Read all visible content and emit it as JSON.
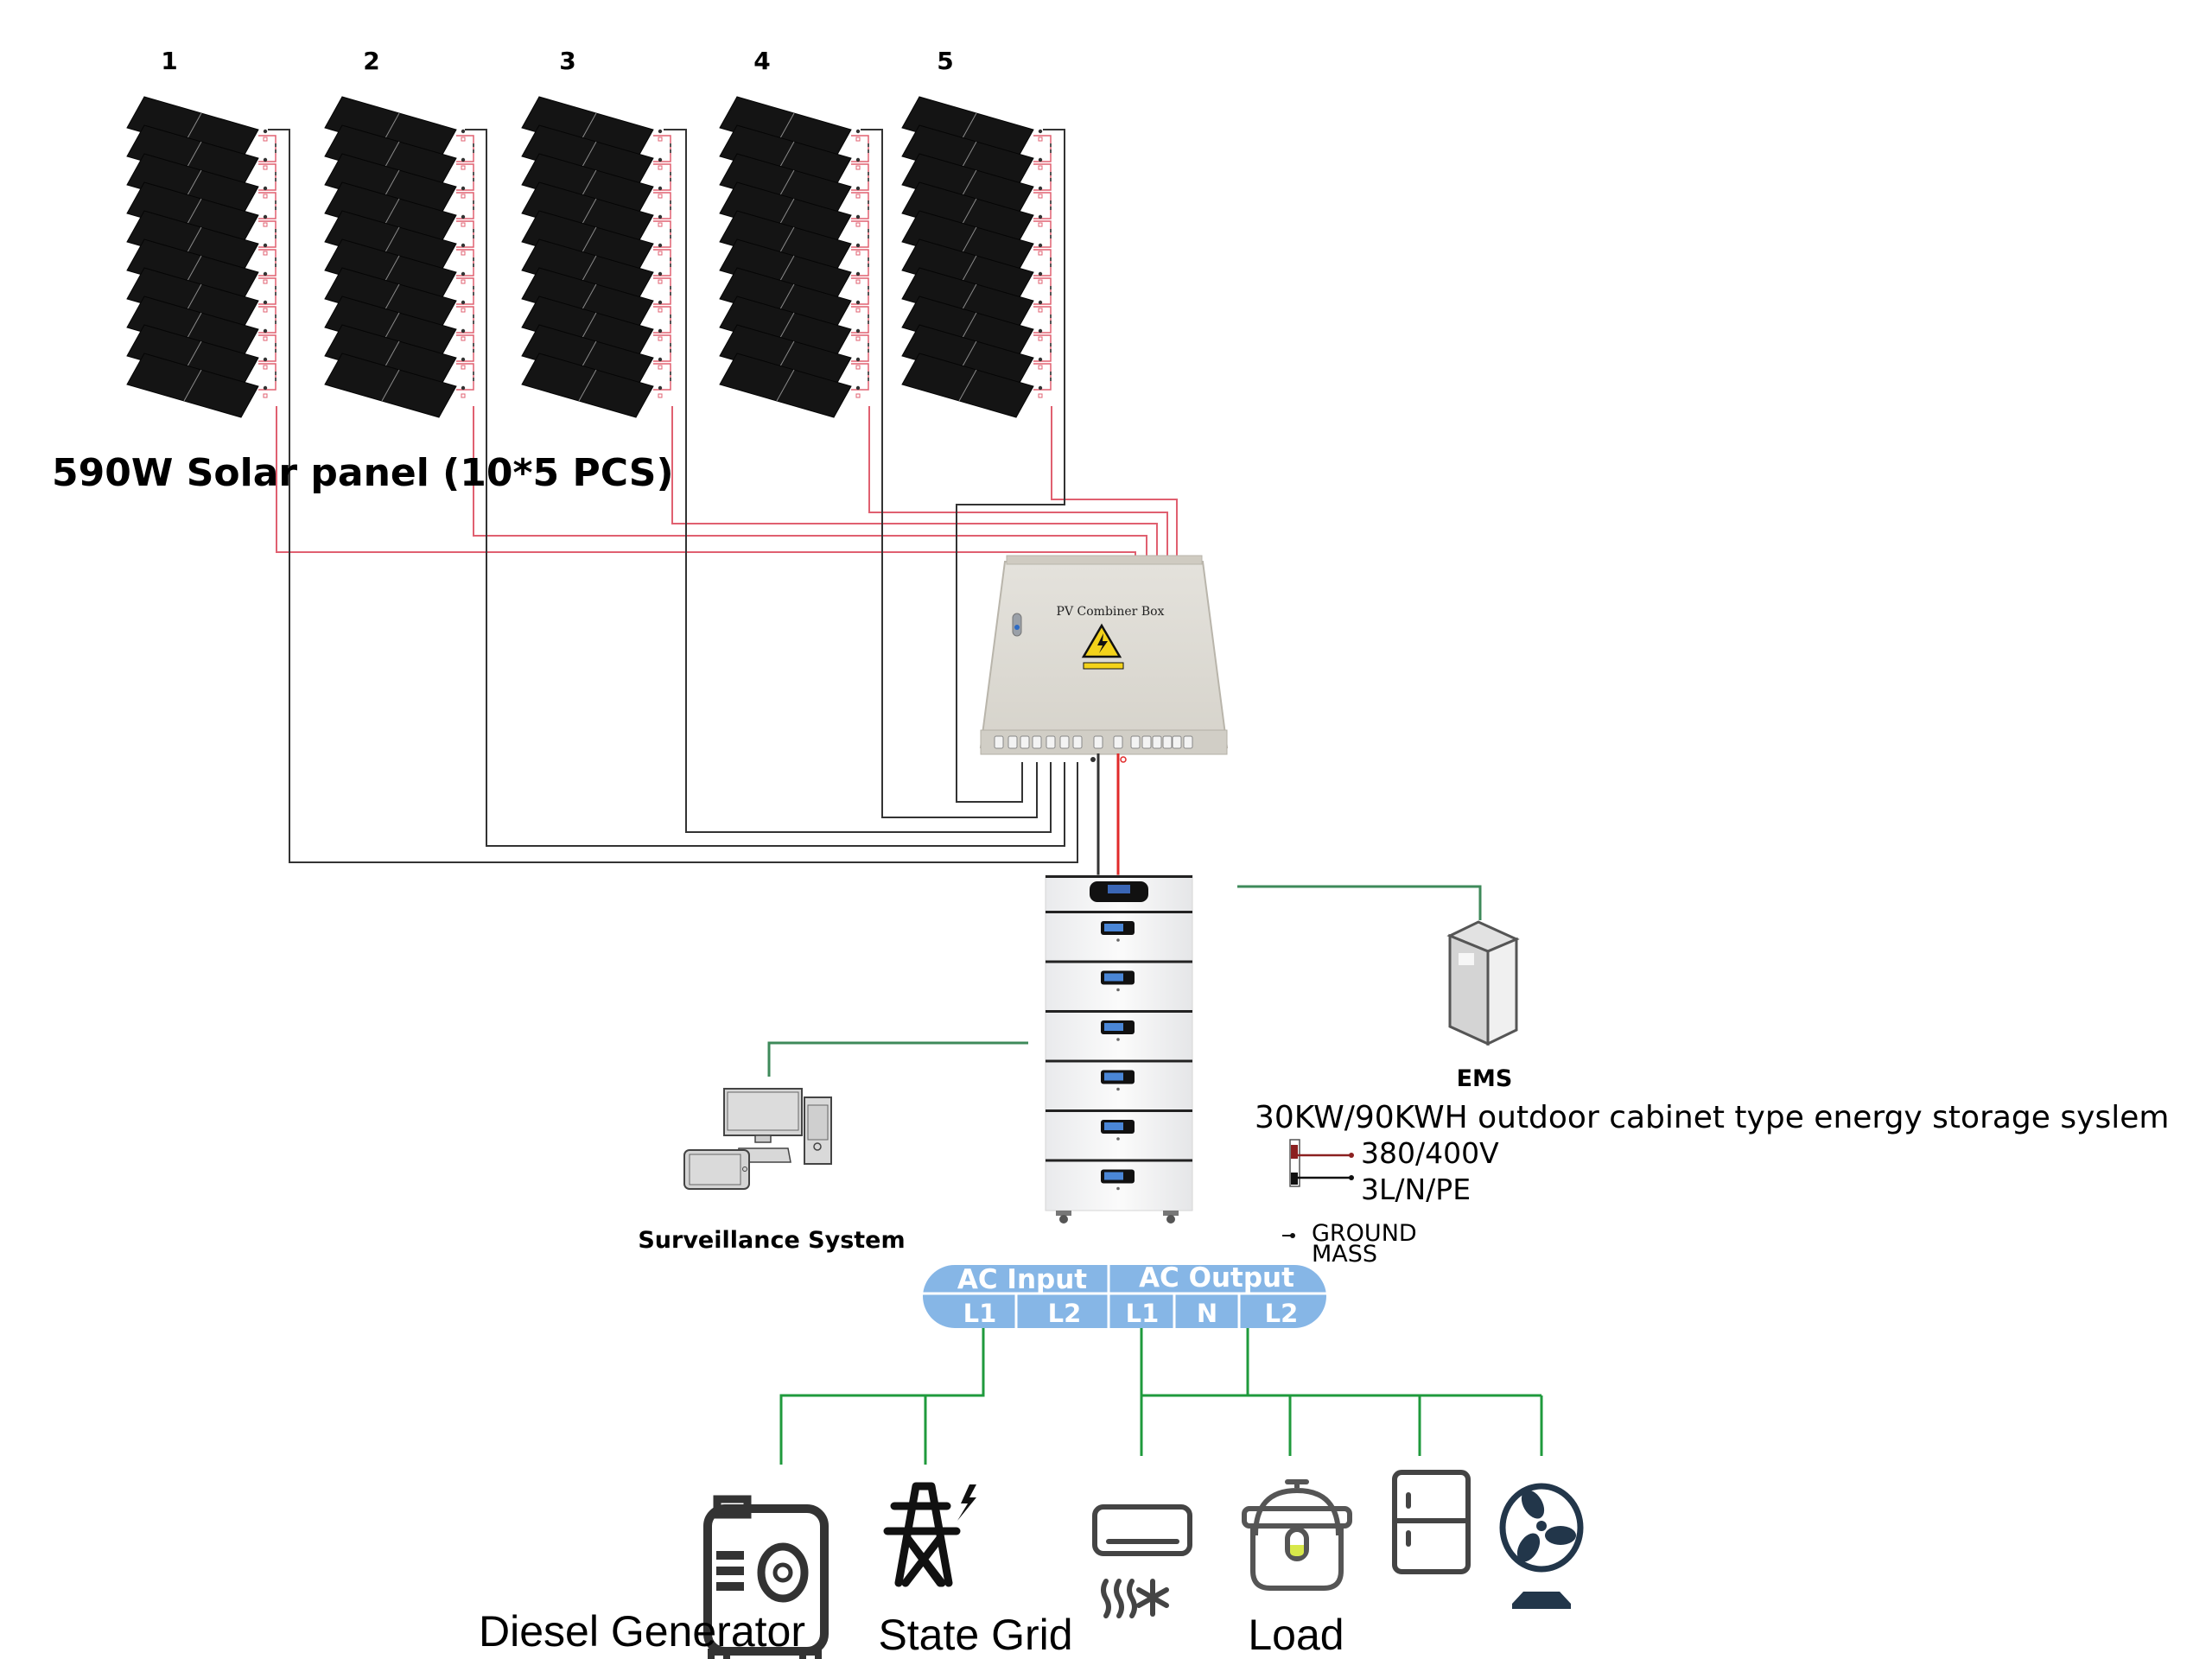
{
  "solar_array": {
    "string_labels": [
      "1",
      "2",
      "3",
      "4",
      "5"
    ],
    "panels_per_string": 10,
    "title": "590W Solar panel   (10*5 PCS)"
  },
  "combiner_box": {
    "label": "PV Combiner Box",
    "warning_label": "Danger High Voltage"
  },
  "ems": {
    "label": "EMS"
  },
  "surveillance": {
    "label": "Surveillance System"
  },
  "storage_system": {
    "title": "30KW/90KWH outdoor cabinet type energy storage syslem",
    "battery_modules": 6,
    "legend": {
      "voltage": "380/400V",
      "phases": "3L/N/PE",
      "ground_line1": "GROUND",
      "ground_line2": "MASS"
    }
  },
  "ac_panel": {
    "input_label": "AC Input",
    "output_label": "AC Output",
    "input_terminals": [
      "L1",
      "L2"
    ],
    "output_terminals": [
      "L1",
      "N",
      "L2"
    ],
    "color": "#86b6e6"
  },
  "sources": {
    "diesel_generator": "Diesel Generator",
    "state_grid": "State Grid"
  },
  "loads": {
    "label": "Load",
    "items": [
      "air-conditioner",
      "rice-cooker",
      "refrigerator",
      "fan"
    ]
  },
  "colors": {
    "dc_positive": "#e06070",
    "dc_negative": "#333333",
    "comm_green": "#1f9a3c"
  }
}
